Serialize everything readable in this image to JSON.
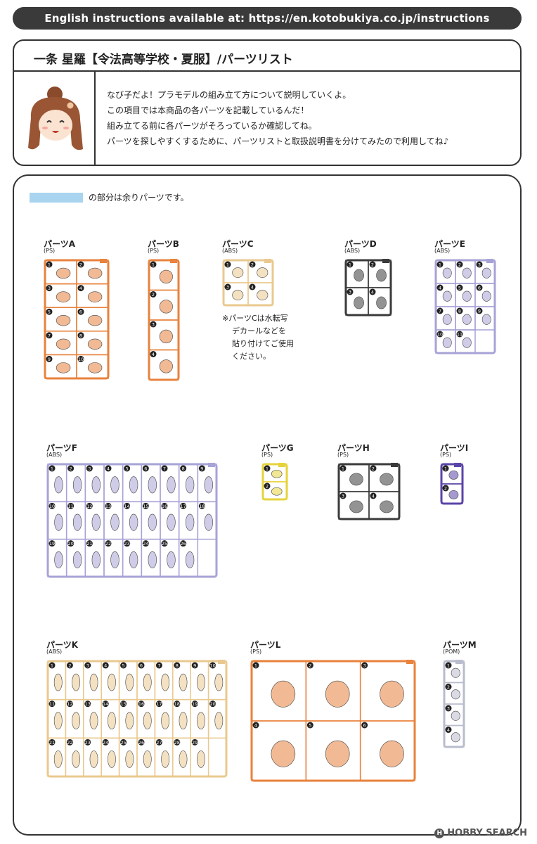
{
  "banner": "English instructions available at: https://en.kotobukiya.co.jp/instructions",
  "header": {
    "title": "一条 星羅【令法高等学校・夏服】/パーツリスト",
    "intro": [
      "なび子だよ！プラモデルの組み立て方について説明していくよ。",
      "この項目では本商品の各パーツを記載しているんだ！",
      "組み立てる前に各パーツがそろっているか確認してね。",
      "パーツを探しやすくするために、パーツリストと取扱説明書を分けてみたので利用してね♪"
    ]
  },
  "legend_text": "の部分は余りパーツです。",
  "colors": {
    "spare_highlight": "#a9d4ef",
    "orange": "#e8823c",
    "beige": "#e9c98f",
    "dark": "#3a3a3a",
    "lavender": "#a7a3d6",
    "yellow": "#e6d33c",
    "purple": "#5b45a8",
    "light_gray": "#b9bccd"
  },
  "parts": [
    {
      "id": "A",
      "name": "パーツA",
      "material": "(PS)",
      "count": 10,
      "color": "orange"
    },
    {
      "id": "B",
      "name": "パーツB",
      "material": "(PS)",
      "count": 4,
      "color": "orange"
    },
    {
      "id": "C",
      "name": "パーツC",
      "material": "(ABS)",
      "count": 4,
      "color": "beige"
    },
    {
      "id": "D",
      "name": "パーツD",
      "material": "(ABS)",
      "count": 4,
      "color": "dark"
    },
    {
      "id": "E",
      "name": "パーツE",
      "material": "(ABS)",
      "count": 11,
      "color": "lavender"
    },
    {
      "id": "F",
      "name": "パーツF",
      "material": "(ABS)",
      "count": 26,
      "color": "lavender"
    },
    {
      "id": "G",
      "name": "パーツG",
      "material": "(PS)",
      "count": 2,
      "color": "yellow"
    },
    {
      "id": "H",
      "name": "パーツH",
      "material": "(PS)",
      "count": 4,
      "color": "dark"
    },
    {
      "id": "I",
      "name": "パーツI",
      "material": "(PS)",
      "count": 2,
      "color": "purple"
    },
    {
      "id": "K",
      "name": "パーツK",
      "material": "(ABS)",
      "count": 29,
      "color": "beige"
    },
    {
      "id": "L",
      "name": "パーツL",
      "material": "(PS)",
      "count": 6,
      "color": "orange"
    },
    {
      "id": "M",
      "name": "パーツM",
      "material": "(POM)",
      "count": 4,
      "color": "light_gray"
    }
  ],
  "note_c": [
    "※パーツCは水転写",
    "デカールなどを",
    "貼り付けてご使用",
    "ください。"
  ],
  "watermark": "HOBBY SEARCH"
}
